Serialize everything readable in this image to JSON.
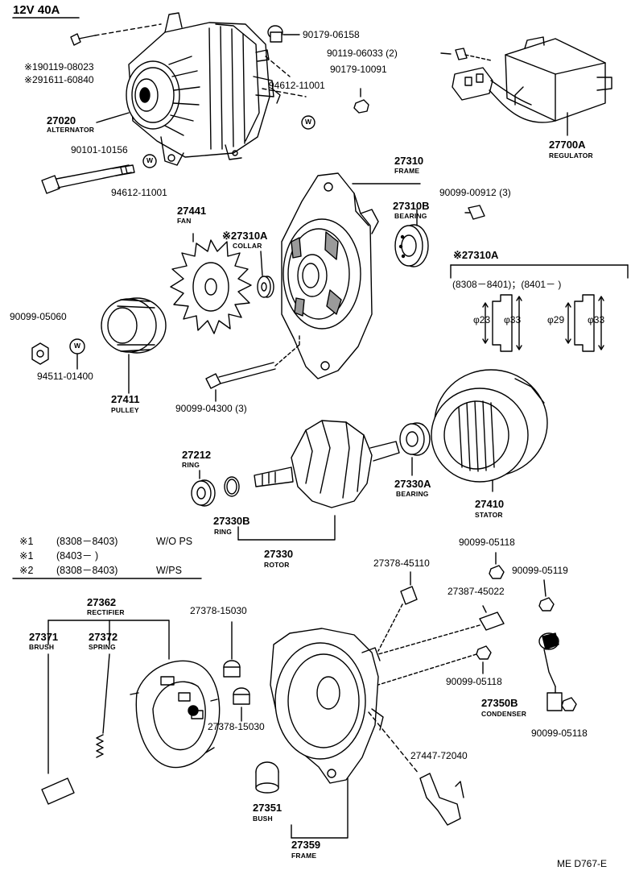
{
  "title": "12V 40A",
  "footer_code": "ME D767-E",
  "colors": {
    "ink": "#000000",
    "paper": "#ffffff",
    "shade": "#9a9a9a"
  },
  "parts": {
    "alternator": {
      "number": "27020",
      "name": "ALTERNATOR"
    },
    "bolt_top_1": {
      "number": "※190119-08023"
    },
    "bolt_top_2": {
      "number": "※291611-60840"
    },
    "cap_90179_06158": {
      "number": "90179-06158"
    },
    "screw_90119_06033": {
      "number": "90119-06033 (2)"
    },
    "nut_90179_10091": {
      "number": "90179-10091"
    },
    "washer_94612_a": {
      "number": "94612-11001"
    },
    "bolt_90101_10156": {
      "number": "90101-10156"
    },
    "washer_94612_b": {
      "number": "94612-11001"
    },
    "regulator": {
      "number": "27700A",
      "name": "REGULATOR"
    },
    "frame_front": {
      "number": "27310",
      "name": "FRAME"
    },
    "bearing_front": {
      "number": "27310B",
      "name": "BEARING"
    },
    "screw_90099_00912": {
      "number": "90099-00912 (3)"
    },
    "fan": {
      "number": "27441",
      "name": "FAN"
    },
    "collar": {
      "number": "※27310A",
      "name": "COLLAR"
    },
    "nut_90099_05060": {
      "number": "90099-05060"
    },
    "washer_94511": {
      "number": "94511-01400"
    },
    "pulley": {
      "number": "27411",
      "name": "PULLEY"
    },
    "bolt_90099_04300": {
      "number": "90099-04300 (3)"
    },
    "ring_27212": {
      "number": "27212",
      "name": "RING"
    },
    "ring_27330b": {
      "number": "27330B",
      "name": "RING"
    },
    "rotor": {
      "number": "27330",
      "name": "ROTOR"
    },
    "bearing_rear": {
      "number": "27330A",
      "name": "BEARING"
    },
    "stator": {
      "number": "27410",
      "name": "STATOR"
    },
    "nut_90099_05118_a": {
      "number": "90099-05118"
    },
    "nut_90099_05119": {
      "number": "90099-05119"
    },
    "terminal_27378_45110": {
      "number": "27378-45110"
    },
    "terminal_27387_45022": {
      "number": "27387-45022"
    },
    "rectifier": {
      "number": "27362",
      "name": "RECTIFIER"
    },
    "brush": {
      "number": "27371",
      "name": "BRUSH"
    },
    "spring": {
      "number": "27372",
      "name": "SPRING"
    },
    "insulator_27378_15030_a": {
      "number": "27378-15030"
    },
    "insulator_27378_15030_b": {
      "number": "27378-15030"
    },
    "nut_90099_05118_b": {
      "number": "90099-05118"
    },
    "condenser": {
      "number": "27350B",
      "name": "CONDENSER"
    },
    "nut_90099_05118_c": {
      "number": "90099-05118"
    },
    "bracket_27447": {
      "number": "27447-72040"
    },
    "bush": {
      "number": "27351",
      "name": "BUSH"
    },
    "frame_rear": {
      "number": "27359",
      "name": "FRAME"
    }
  },
  "collar_detail": {
    "header": "※27310A",
    "periods": "(8308－8401)；(8401－      )",
    "dims_a": [
      "φ23",
      "φ33"
    ],
    "dims_b": [
      "φ29",
      "φ33"
    ]
  },
  "notes": [
    {
      "mark": "※1",
      "range": "(8308－8403)",
      "desc": "W/O PS"
    },
    {
      "mark": "※1",
      "range": "(8403－      )",
      "desc": ""
    },
    {
      "mark": "※2",
      "range": "(8308－8403)",
      "desc": "W/PS"
    }
  ],
  "washer_glyph": "W"
}
